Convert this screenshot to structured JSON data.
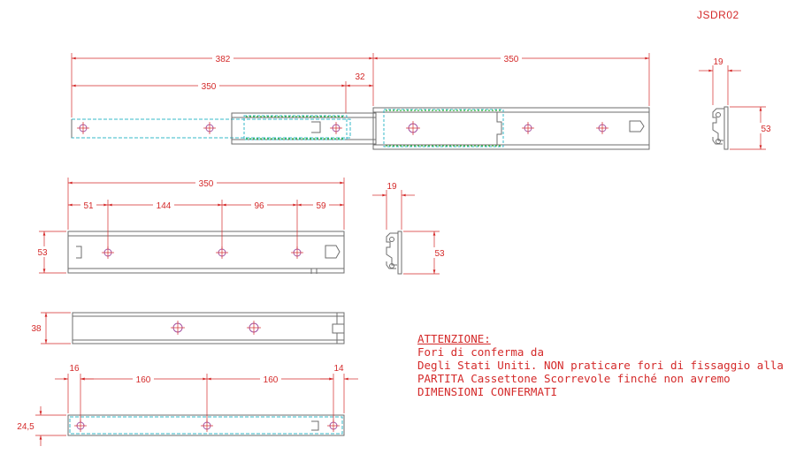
{
  "drawing_code": "JSDR02",
  "note": {
    "heading": "ATTENZIONE:",
    "lines": [
      "Fori di conferma da",
      "Degli Stati Uniti. NON praticare fori di fissaggio alla",
      "PARTITA Cassettone Scorrevole finché non avremo",
      "DIMENSIONI CONFERMATI"
    ]
  },
  "dimensions": {
    "assembly": {
      "overall": "382",
      "inner_length": "350",
      "offset": "32",
      "extension": "350"
    },
    "assembly_section": {
      "width": "19",
      "height": "53"
    },
    "outer_rail": {
      "length": "350",
      "hole_spacing": [
        "51",
        "144",
        "96",
        "59"
      ],
      "height": "53"
    },
    "outer_section": {
      "width": "19",
      "height": "53"
    },
    "middle_rail": {
      "height": "38"
    },
    "inner_rail": {
      "hole_spacing": [
        "16",
        "160",
        "160",
        "14"
      ],
      "height": "24,5"
    }
  },
  "colors": {
    "dimension": "#d42a2a",
    "outline": "#6e6e6e",
    "hidden": "#34b8c9",
    "balls": "#3dbb3d"
  }
}
